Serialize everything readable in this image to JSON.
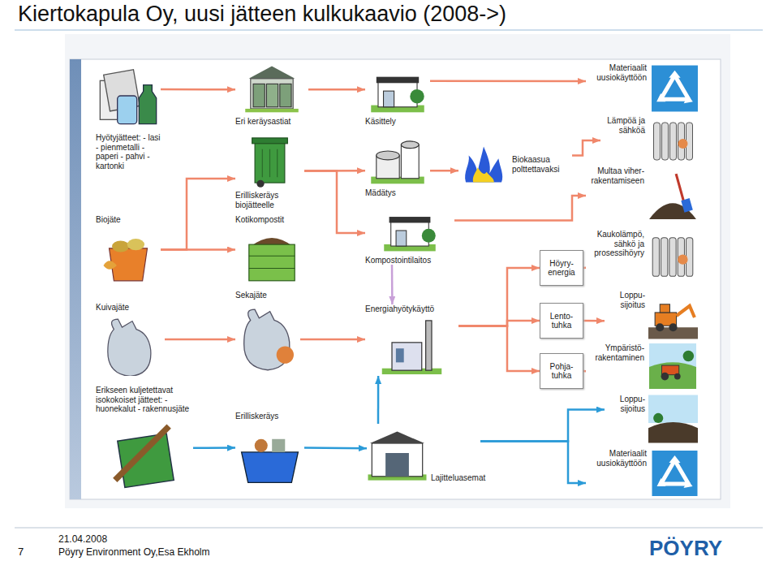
{
  "diagram": {
    "title": "Kiertokapula Oy, uusi jätteen kulkukaavio (2008->)",
    "nodes": [
      {
        "text": [
          "Hyötyjätteet: - lasi - pienmetalli - paperi - pahvi - kartonki"
        ]
      },
      {
        "text": [
          "Eri keräysastiat"
        ]
      },
      {
        "text": [
          "Käsittely"
        ]
      },
      {
        "text": [
          "Materiaalit uusiokäyttöön"
        ]
      },
      {
        "text": [
          "Lämpöä ja sähköä"
        ]
      },
      {
        "text": [
          "Erilliskeräys biojätteelle"
        ]
      },
      {
        "text": [
          "Mädätys"
        ]
      },
      {
        "text": [
          "Biokaasua polttettavaksi"
        ]
      },
      {
        "text": [
          "Multaa viher- rakentamiseen"
        ]
      },
      {
        "text": [
          "Biojäte"
        ]
      },
      {
        "text": [
          "Kotikompostit"
        ]
      },
      {
        "text": [
          "Kompostointilaitos"
        ]
      },
      {
        "text": [
          "Kaukolämpö, sähkö ja prosessihöyry"
        ]
      },
      {
        "text": [
          "Höyry- energia"
        ]
      },
      {
        "text": [
          "Kuivajäte"
        ]
      },
      {
        "text": [
          "Sekajäte"
        ]
      },
      {
        "text": [
          "Energiahyötykäyttö"
        ]
      },
      {
        "text": [
          "Lento- tuhka"
        ]
      },
      {
        "text": [
          "Loppu- sijoitus"
        ]
      },
      {
        "text": [
          "Pohja- tuhka"
        ]
      },
      {
        "text": [
          "Ympäristö- rakentaminen"
        ]
      },
      {
        "text": [
          "Erikseen kuljetettavat isokokoiset jätteet: - huonekalut - rakennusjäte"
        ]
      },
      {
        "text": [
          "Erilliskeräys"
        ]
      },
      {
        "text": [
          "Loppu- sijoitus"
        ]
      },
      {
        "text": [
          "Lajitteluasemat"
        ]
      },
      {
        "text": [
          "Materiaalit uusiokäyttöön"
        ]
      }
    ],
    "edges": [
      {
        "from": 0,
        "to": 1,
        "arrow": "to"
      },
      {
        "from": 1,
        "to": 2,
        "arrow": "to"
      },
      {
        "from": 2,
        "to": 3,
        "arrow": "to"
      },
      {
        "from": 9,
        "to": 5,
        "arrow": "to"
      },
      {
        "from": 9,
        "to": 10,
        "arrow": "to"
      },
      {
        "from": 5,
        "to": 6,
        "arrow": "to"
      },
      {
        "from": 5,
        "to": 11,
        "arrow": "to"
      },
      {
        "from": 6,
        "to": 7,
        "arrow": "to"
      },
      {
        "from": 7,
        "to": 4,
        "arrow": "to"
      },
      {
        "from": 11,
        "to": 8,
        "arrow": "to"
      },
      {
        "from": 14,
        "to": 15,
        "arrow": "to"
      },
      {
        "from": 15,
        "to": 16,
        "arrow": "to"
      },
      {
        "from": 16,
        "to": 13,
        "arrow": "to"
      },
      {
        "from": 16,
        "to": 17,
        "arrow": "to"
      },
      {
        "from": 16,
        "to": 19,
        "arrow": "to"
      },
      {
        "from": 13,
        "to": 12,
        "arrow": "to"
      },
      {
        "from": 17,
        "to": 18,
        "arrow": "to"
      },
      {
        "from": 19,
        "to": 20,
        "arrow": "to"
      },
      {
        "from": 11,
        "to": 16,
        "arrow": "to"
      },
      {
        "from": 21,
        "to": 22,
        "arrow": "to"
      },
      {
        "from": 22,
        "to": 24,
        "arrow": "to"
      },
      {
        "from": 24,
        "to": 16,
        "arrow": "to"
      },
      {
        "from": 24,
        "to": 23,
        "arrow": "to"
      },
      {
        "from": 24,
        "to": 25,
        "arrow": "to"
      }
    ],
    "labels": [
      "7",
      "21.04.2008",
      "Pöyry Environment Oy,Esa Ekholm",
      "PÖYRY"
    ]
  }
}
